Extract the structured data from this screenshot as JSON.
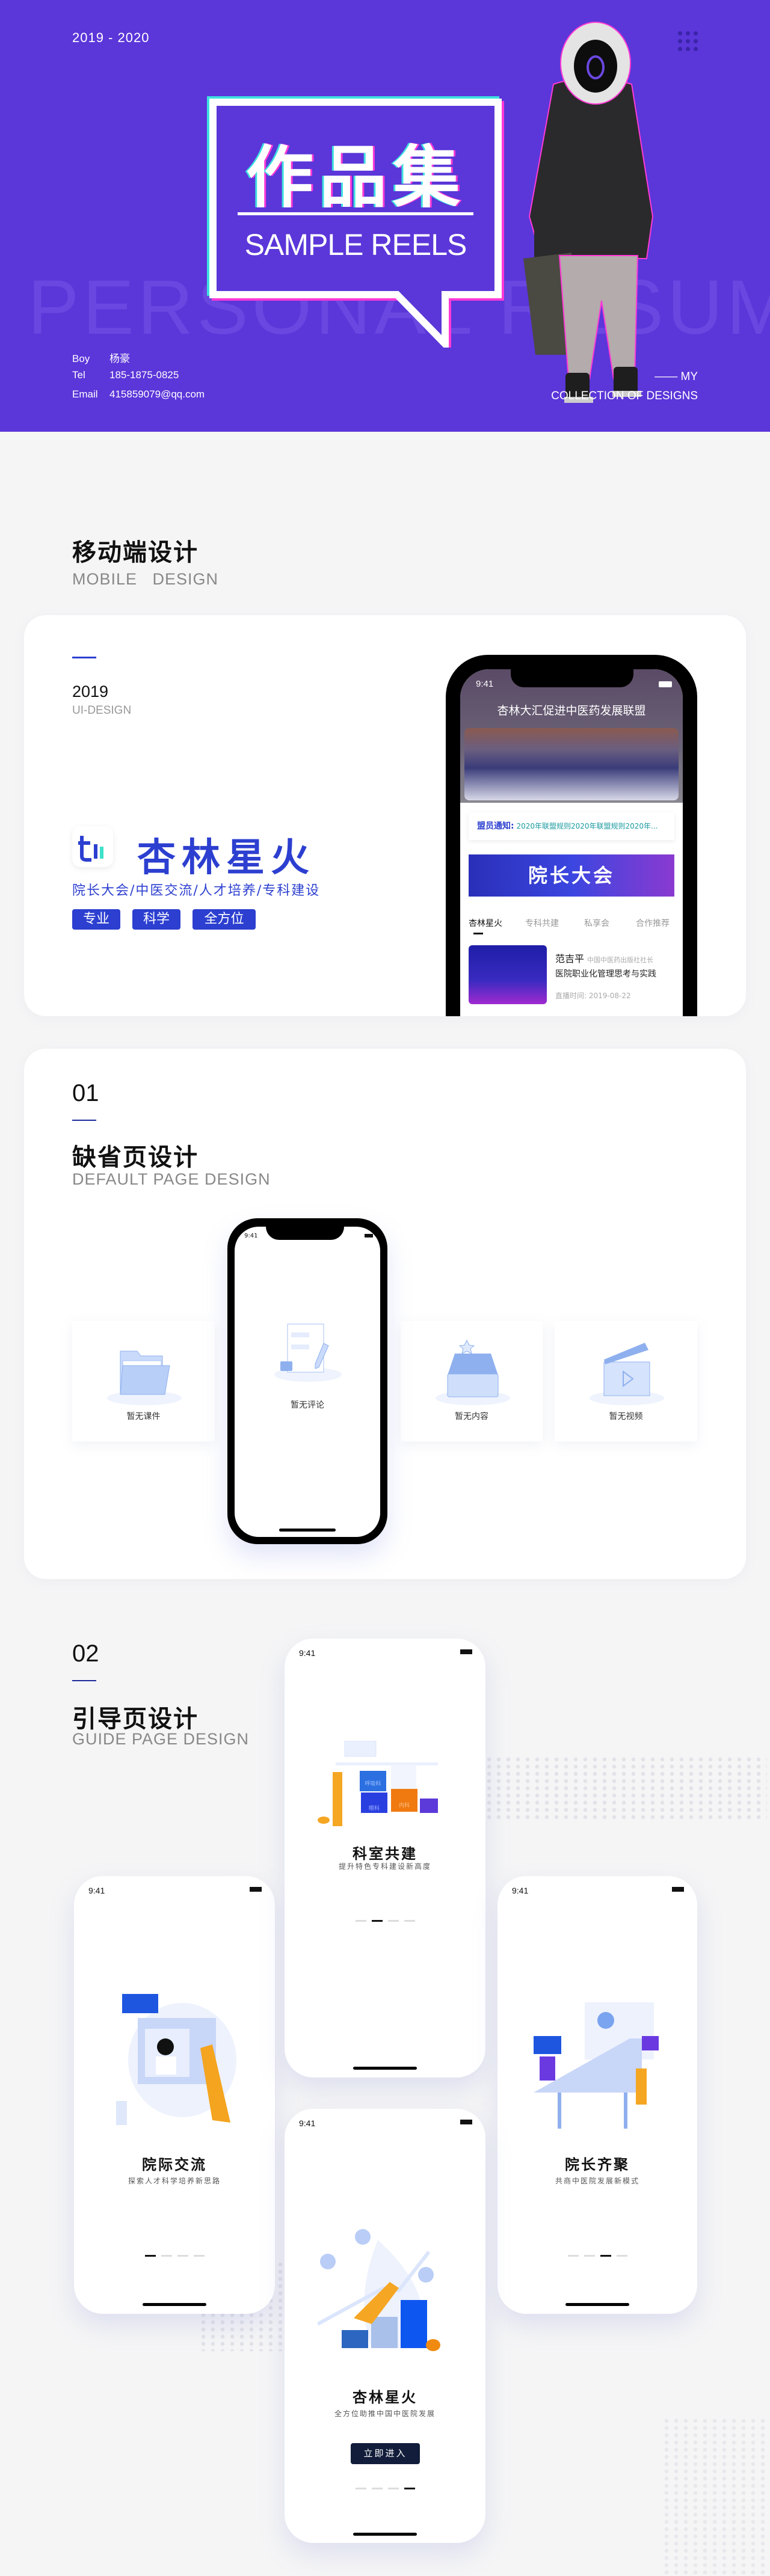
{
  "hero": {
    "period": "2019 - 2020",
    "title_cn": "作品集",
    "title_en": "SAMPLE REELS",
    "watermark": "PERSONAL RESUME",
    "info": [
      {
        "label": "Boy",
        "value": "杨豪"
      },
      {
        "label": "Tel",
        "value": "185-1875-0825"
      },
      {
        "label": "Email",
        "value": "415859079@qq.com"
      }
    ],
    "tagline_1": "—— MY",
    "tagline_2": "COLLECTION OF DESIGNS",
    "menu_icon": "dots-grid-icon"
  },
  "mobile_section": {
    "title": "移动端设计",
    "subtitle": "MOBILE   DESIGN"
  },
  "project": {
    "year": "2019",
    "label": "UI-DESIGN",
    "app_name": "杏林星火",
    "slogan": "院长大会/中医交流/人才培养/专科建设",
    "tags": [
      "专业",
      "科学",
      "全方位"
    ],
    "phone": {
      "time": "9:41",
      "header": "杏林大汇促进中医药发展联盟",
      "notice_label": "盟员通知:",
      "notice_text": "2020年联盟规则2020年联盟规则2020年...",
      "banner": "院长大会",
      "tabs": [
        "杏林星火",
        "专科共建",
        "私享会",
        "合作推荐"
      ],
      "article": {
        "author": "范吉平",
        "author_title": "中国中医药出版社社长",
        "headline": "医院职业化管理思考与实践",
        "date": "直播时间: 2019-08-22"
      }
    }
  },
  "default_section": {
    "number": "01",
    "title": "缺省页设计",
    "subtitle": "DEFAULT PAGE DESIGN",
    "phone_time": "9:41",
    "empty_states": [
      {
        "label": "暂无课件",
        "icon": "folder-icon"
      },
      {
        "label": "暂无评论",
        "icon": "document-pencil-icon"
      },
      {
        "label": "暂无内容",
        "icon": "inbox-box-icon"
      },
      {
        "label": "暂无视频",
        "icon": "clapperboard-icon"
      }
    ]
  },
  "guide_section": {
    "number": "02",
    "title": "引导页设计",
    "subtitle": "GUIDE PAGE DESIGN",
    "pages": [
      {
        "time": "9:41",
        "title": "院际交流",
        "subtitle": "探索人才科学培养新思路",
        "active_dot": 1
      },
      {
        "time": "9:41",
        "title": "科室共建",
        "subtitle": "提升特色专科建设新高度",
        "active_dot": 2
      },
      {
        "time": "9:41",
        "title": "院长齐聚",
        "subtitle": "共商中医院发展新模式",
        "active_dot": 3
      },
      {
        "time": "9:41",
        "title": "杏林星火",
        "subtitle": "全方位助推中国中医院发展",
        "active_dot": 4,
        "button": "立即进入"
      }
    ],
    "puzzle_labels": [
      "呼吸科",
      "眼科",
      "内科"
    ]
  },
  "colors": {
    "brand_purple": "#5b36d9",
    "brand_blue": "#2c3fd0",
    "button_dark": "#111d3a",
    "background": "#f5f5f6"
  }
}
